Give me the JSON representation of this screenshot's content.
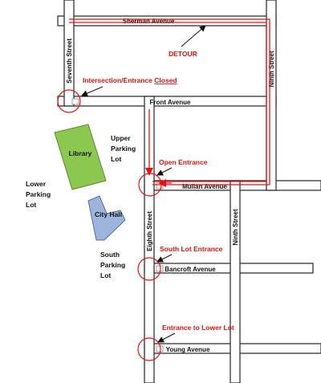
{
  "map": {
    "title": "",
    "streets": {
      "sherman": "Sherman Avenue",
      "front": "Front Avenue",
      "mullan": "Mullan Avenue",
      "bancroft": "Bancroft Avenue",
      "young": "Young Avenue",
      "seventh": "Seventh Street",
      "eighth": "Eighth Street",
      "ninth_north": "Ninth Street",
      "ninth_south": "Ninth Street"
    },
    "buildings": {
      "library": "Library",
      "city_hall": "City Hall"
    },
    "lots": {
      "upper": [
        "Upper",
        "Parking",
        "Lot"
      ],
      "lower": [
        "Lower",
        "Parking",
        "Lot"
      ],
      "south": [
        "South",
        "Parking",
        "Lot"
      ]
    },
    "annotations": {
      "detour": "DETOUR",
      "closed_prefix": "Intersection/Entrance ",
      "closed_word": "Closed",
      "open_entrance": "Open Entrance",
      "south_lot_entrance": "South Lot Entrance",
      "lower_lot_entrance": "Entrance to Lower Lot"
    },
    "colors": {
      "detour_red": "#ee1111",
      "annotation_red": "#dd1111",
      "library_green": "#8cc850",
      "city_hall_blue": "#9db5dc",
      "road_outline": "#222222"
    }
  }
}
